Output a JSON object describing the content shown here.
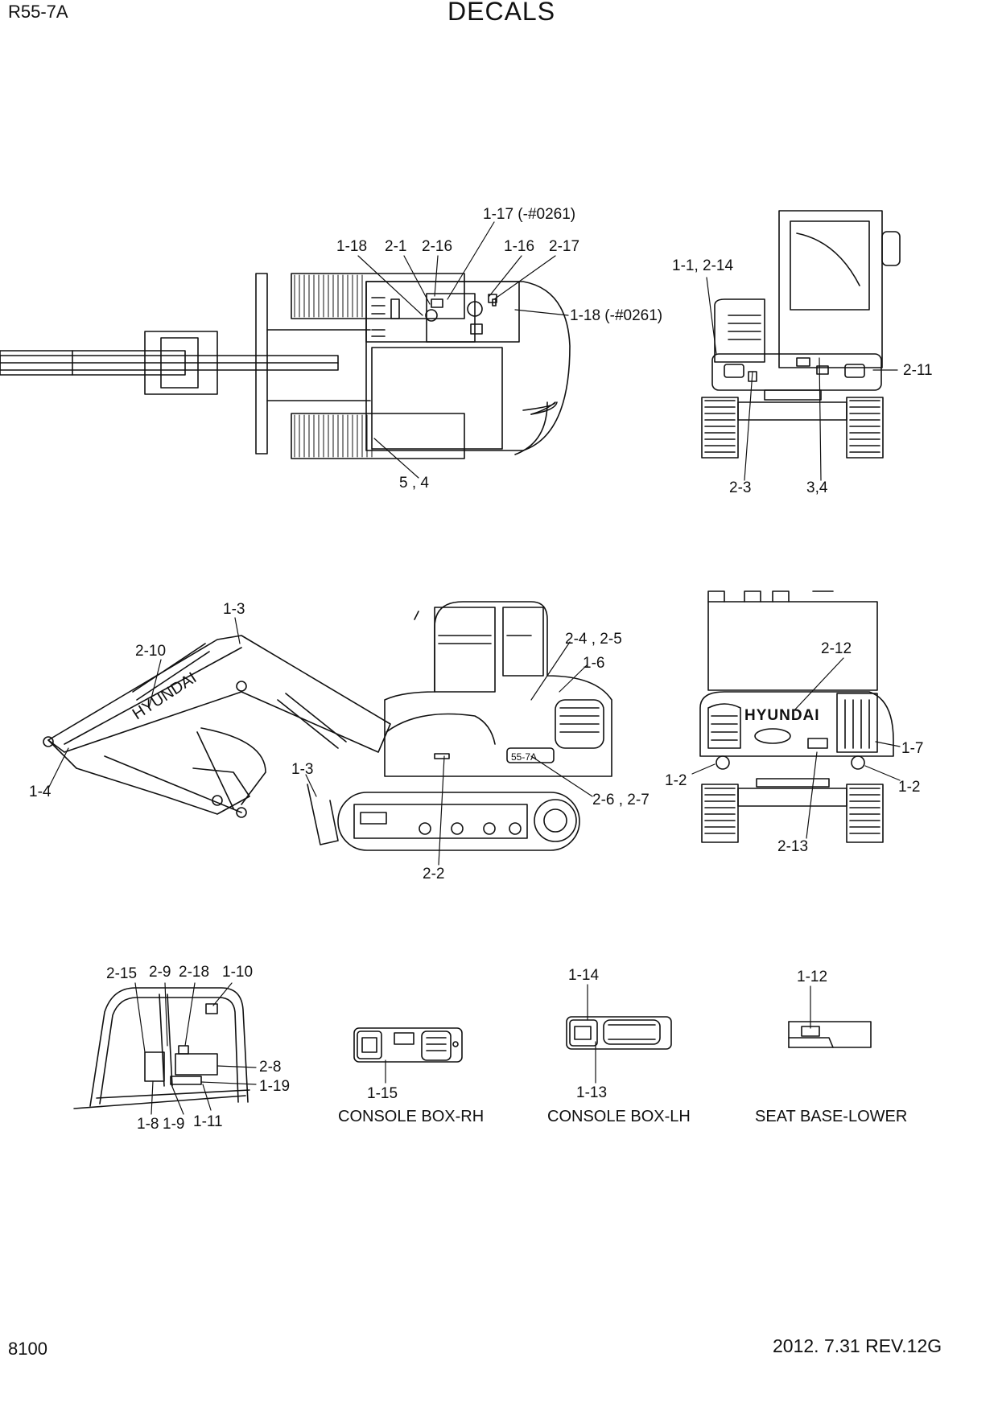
{
  "header": {
    "model": "R55-7A",
    "title": "DECALS"
  },
  "footer": {
    "page_number": "8100",
    "revision": "2012. 7.31  REV.12G"
  },
  "views": {
    "top_view": {
      "callouts": [
        "1-17 (-#0261)",
        "1-18",
        "2-1",
        "2-16",
        "1-16",
        "2-17",
        "1-18 (-#0261)",
        "5 , 4"
      ]
    },
    "rear_view": {
      "callouts": [
        "1-1, 2-14",
        "2-11",
        "2-3",
        "3,4"
      ]
    },
    "side_view": {
      "brand": "HYUNDAI",
      "model_badge": "55-7A",
      "callouts": [
        "1-3",
        "2-10",
        "1-4",
        "1-3",
        "2-4 , 2-5",
        "1-6",
        "2-6 , 2-7",
        "2-2"
      ]
    },
    "front_view": {
      "brand": "HYUNDAI",
      "callouts": [
        "2-12",
        "1-7",
        "1-2",
        "1-2",
        "2-13"
      ]
    },
    "cab_interior": {
      "callouts": [
        "2-15",
        "2-9",
        "2-18",
        "1-10",
        "2-8",
        "1-19",
        "1-8",
        "1-9",
        "1-11"
      ]
    },
    "console_rh": {
      "caption": "CONSOLE BOX-RH",
      "callouts": [
        "1-15"
      ]
    },
    "console_lh": {
      "caption": "CONSOLE BOX-LH",
      "callouts": [
        "1-14",
        "1-13"
      ]
    },
    "seat_base": {
      "caption": "SEAT BASE-LOWER",
      "callouts": [
        "1-12"
      ]
    }
  }
}
